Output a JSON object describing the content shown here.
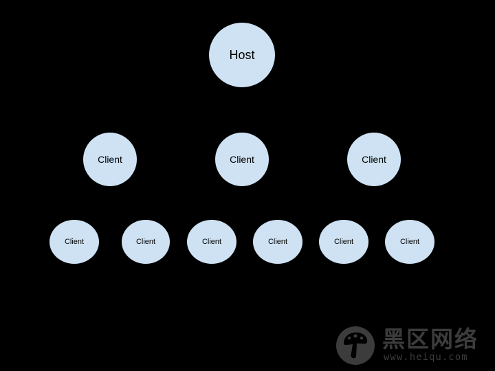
{
  "diagram": {
    "host": {
      "label": "Host"
    },
    "clients_level1": [
      {
        "label": "Client"
      },
      {
        "label": "Client"
      },
      {
        "label": "Client"
      }
    ],
    "clients_level2": [
      {
        "label": "Client"
      },
      {
        "label": "Client"
      },
      {
        "label": "Client"
      },
      {
        "label": "Client"
      },
      {
        "label": "Client"
      },
      {
        "label": "Client"
      }
    ],
    "colors": {
      "background": "#000000",
      "node_fill": "#cfe2f3",
      "text": "#000000"
    }
  },
  "watermark": {
    "title": "黑区网络",
    "url": "www.heiqu.com",
    "logo_icon": "mushroom-icon"
  }
}
